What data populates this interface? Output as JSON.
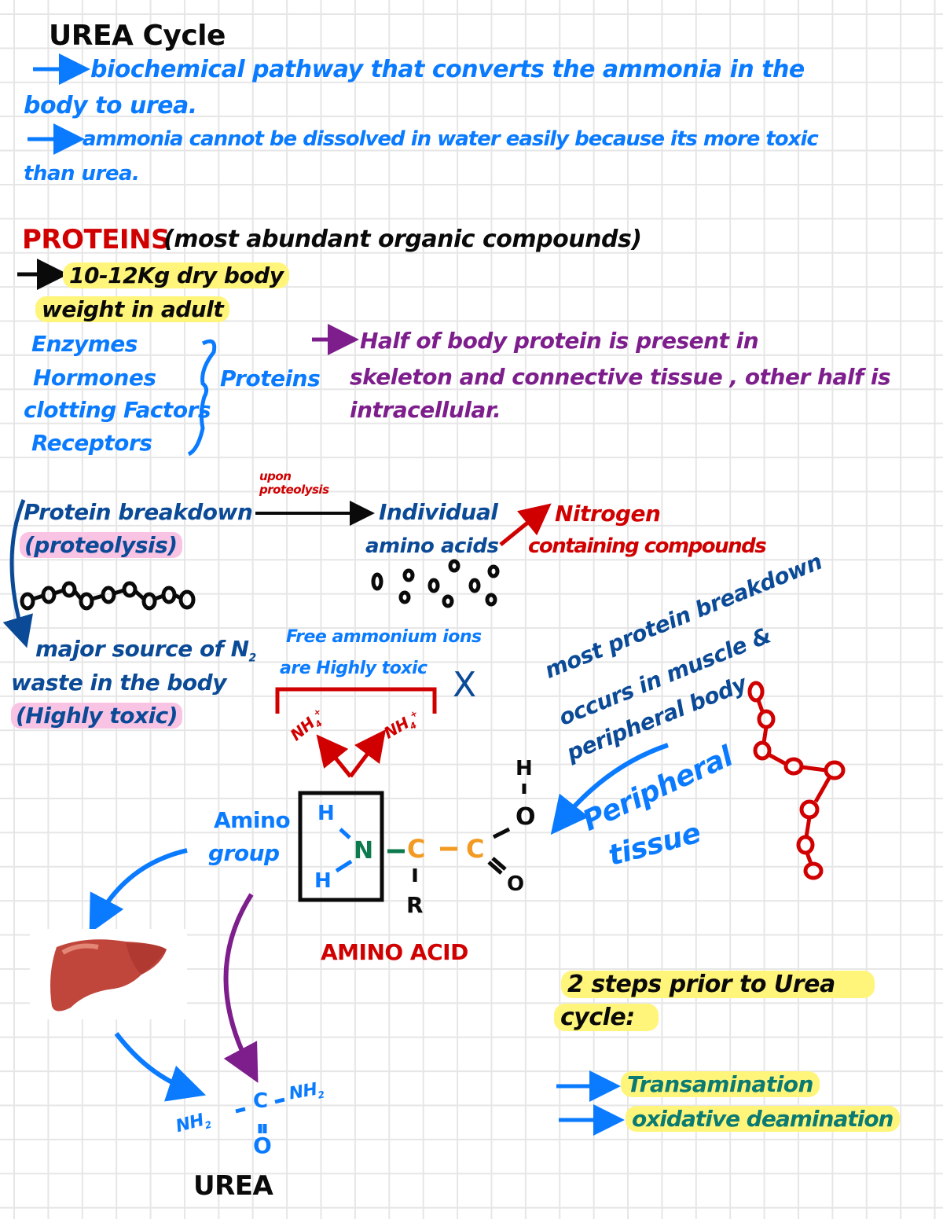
{
  "title": "UREA Cycle",
  "intro": {
    "line1": "biochemical pathway that converts the ammonia in the",
    "line1b": "body to urea.",
    "line2": "ammonia cannot be dissolved in water easily because its more toxic",
    "line2b": "than urea."
  },
  "proteins": {
    "heading": "PROTEINS",
    "subtitle": "(most abundant organic compounds)",
    "weight_line1": "10-12Kg dry body",
    "weight_line2": "weight in adult",
    "list": [
      "Enzymes",
      "Hormones",
      "clotting Factors",
      "Receptors"
    ],
    "group_label": "Proteins",
    "half_line1": "Half of body protein is present in",
    "half_line2": "skeleton and connective tissue , other half is",
    "half_line3": "intracellular."
  },
  "breakdown": {
    "label": "Protein breakdown",
    "paren": "(proteolysis)",
    "arrow_label": "upon proteolysis",
    "result_line1": "Individual",
    "result_line2": "amino acids",
    "nitrogen_line1": "Nitrogen",
    "nitrogen_line2": "containing compounds",
    "major_line1": "major source of N",
    "major_sub": "2",
    "major_line2": "waste in the body",
    "toxic": "(Highly toxic)"
  },
  "ammonium": {
    "line1": "Free ammonium ions",
    "line2": "are Highly toxic",
    "cross": "X",
    "ion_left": "NH",
    "ion_right": "NH",
    "ion_sub": "4",
    "ion_sup": "+"
  },
  "muscle": {
    "line1": "most protein breakdown",
    "line2": "occurs in muscle &",
    "line3": "peripheral body",
    "tissue_line1": "Peripheral",
    "tissue_line2": "tissue"
  },
  "amino_acid": {
    "group_line1": "Amino",
    "group_line2": "group",
    "h_top": "H",
    "h_bottom": "H",
    "n": "N",
    "c1": "C",
    "c2": "C",
    "r": "R",
    "o_top": "O",
    "h_oh": "H",
    "o_dbl": "O",
    "caption": "AMINO ACID"
  },
  "urea": {
    "nh2_left": "NH",
    "nh2_right": "NH",
    "sub": "2",
    "c": "C",
    "o": "O",
    "caption": "UREA"
  },
  "steps": {
    "heading_line1": "2 steps prior to Urea",
    "heading_line2": "cycle:",
    "items": [
      "Transamination",
      "oxidative deamination"
    ]
  },
  "icons": {
    "liver": "liver-illustration",
    "peptide": "peptide-chain"
  },
  "colors": {
    "blue": "#0a7bff",
    "navy": "#0b4a96",
    "red": "#d10000",
    "purple": "#7d1e8c",
    "teal": "#0b7a72",
    "highlight_yellow": "#fff57a",
    "highlight_pink": "#f9c3e3"
  }
}
